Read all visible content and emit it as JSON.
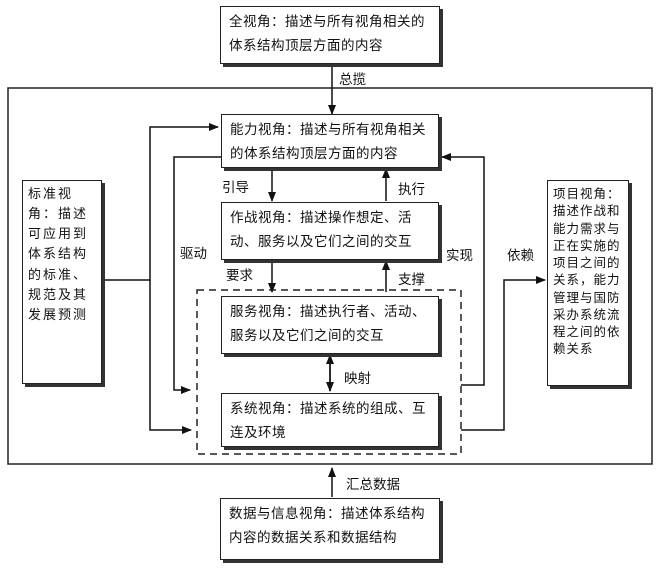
{
  "nodes": {
    "all_view": "全视角：描述与所有视角相关的体系结构顶层方面的内容",
    "capability_view": "能力视角：描述与所有视角相关的体系结构顶层方面的内容",
    "operational_view": "作战视角：描述操作想定、活动、服务以及它们之间的交互",
    "service_view": "服务视角：描述执行者、活动、服务以及它们之间的交互",
    "system_view": "系统视角：描述系统的组成、互连及环境",
    "standards_view": "标准视角：描述可应用到体系结构的标准、规范及其发展预测",
    "project_view": "项目视角：描述作战和能力需求与正在实施的项目之间的关系，能力管理与国防采办系统流程之间的依赖关系",
    "data_view": "数据与信息视角：描述体系结构内容的数据关系和数据结构"
  },
  "edges": {
    "overview": "总揽",
    "guide": "引导",
    "execute": "执行",
    "drive": "驱动",
    "require": "要求",
    "support": "支撑",
    "realize": "实现",
    "depend": "依赖",
    "mapping": "映射",
    "summary_data": "汇总数据"
  }
}
